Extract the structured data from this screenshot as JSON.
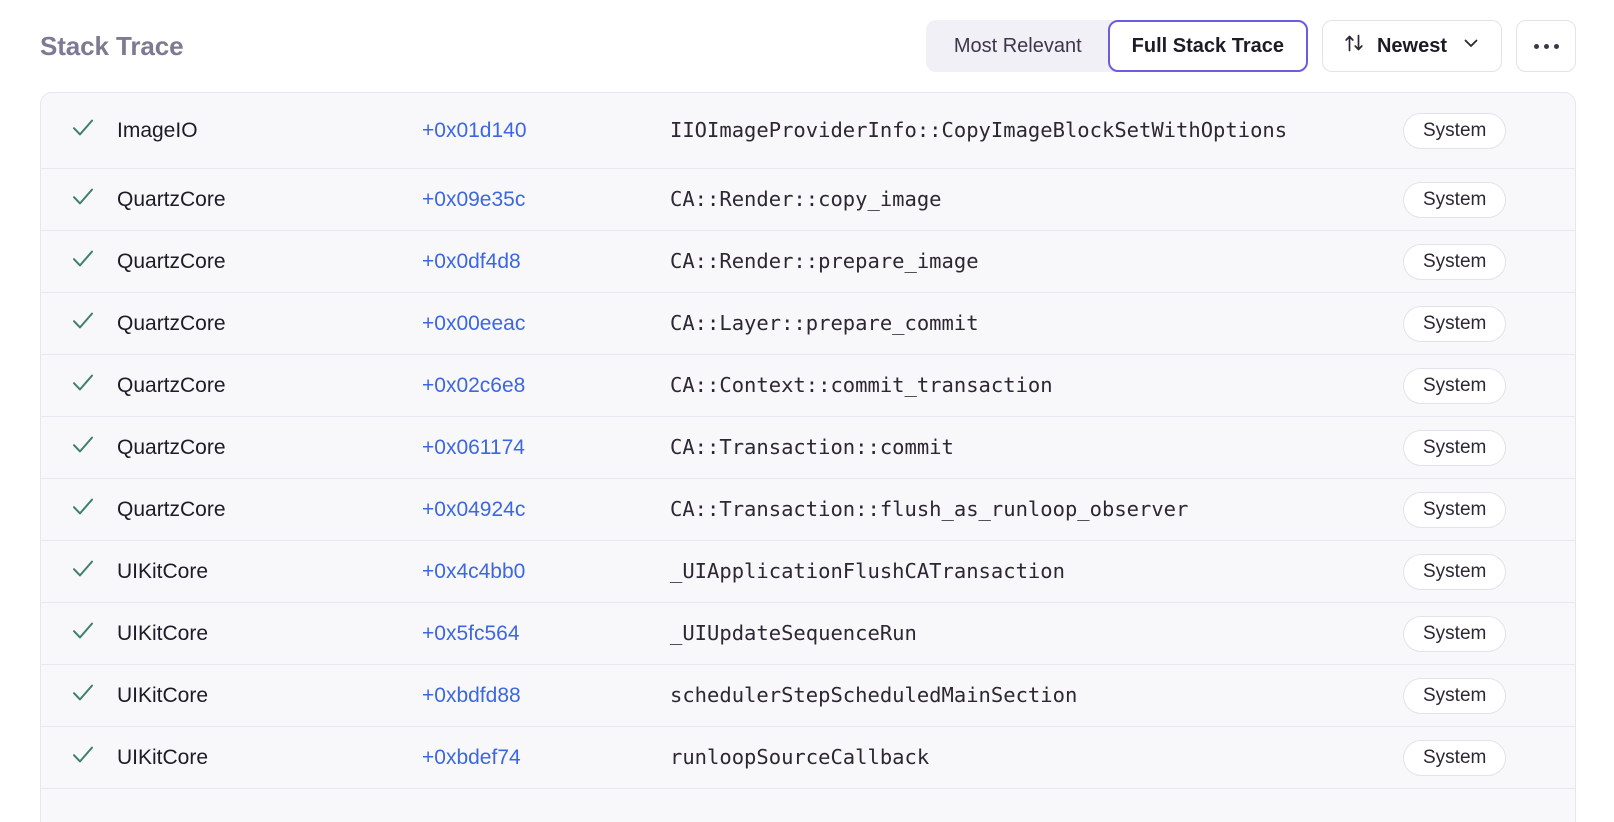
{
  "header": {
    "title": "Stack Trace",
    "segmented": {
      "options": [
        {
          "label": "Most Relevant",
          "selected": false
        },
        {
          "label": "Full Stack Trace",
          "selected": true
        }
      ]
    },
    "sort": {
      "icon": "sort-arrows-icon",
      "label": "Newest",
      "chevron": "chevron-down-icon"
    },
    "more": {
      "icon": "ellipsis-icon",
      "label": "..."
    }
  },
  "colors": {
    "accent_purple": "#6c5ce0",
    "title_purple": "#7d7a93",
    "link_blue": "#3c67e0",
    "check_green": "#3d8168",
    "row_bg": "#f8f8fa",
    "row_border": "#e9e7ef",
    "badge_border": "#e3e1ea",
    "segment_bg": "#f2f0f7"
  },
  "table": {
    "rows": [
      {
        "status": "checked",
        "package": "ImageIO",
        "offset": "+0x01d140",
        "symbol": "IIOImageProviderInfo::CopyImageBlockSetWithOptions",
        "badge": "System"
      },
      {
        "status": "checked",
        "package": "QuartzCore",
        "offset": "+0x09e35c",
        "symbol": "CA::Render::copy_image",
        "badge": "System"
      },
      {
        "status": "checked",
        "package": "QuartzCore",
        "offset": "+0x0df4d8",
        "symbol": "CA::Render::prepare_image",
        "badge": "System"
      },
      {
        "status": "checked",
        "package": "QuartzCore",
        "offset": "+0x00eeac",
        "symbol": "CA::Layer::prepare_commit",
        "badge": "System"
      },
      {
        "status": "checked",
        "package": "QuartzCore",
        "offset": "+0x02c6e8",
        "symbol": "CA::Context::commit_transaction",
        "badge": "System"
      },
      {
        "status": "checked",
        "package": "QuartzCore",
        "offset": "+0x061174",
        "symbol": "CA::Transaction::commit",
        "badge": "System"
      },
      {
        "status": "checked",
        "package": "QuartzCore",
        "offset": "+0x04924c",
        "symbol": "CA::Transaction::flush_as_runloop_observer",
        "badge": "System"
      },
      {
        "status": "checked",
        "package": "UIKitCore",
        "offset": "+0x4c4bb0",
        "symbol": "_UIApplicationFlushCATransaction",
        "badge": "System"
      },
      {
        "status": "checked",
        "package": "UIKitCore",
        "offset": "+0x5fc564",
        "symbol": "_UIUpdateSequenceRun",
        "badge": "System"
      },
      {
        "status": "checked",
        "package": "UIKitCore",
        "offset": "+0xbdfd88",
        "symbol": "schedulerStepScheduledMainSection",
        "badge": "System"
      },
      {
        "status": "checked",
        "package": "UIKitCore",
        "offset": "+0xbdef74",
        "symbol": "runloopSourceCallback",
        "badge": "System"
      }
    ]
  }
}
